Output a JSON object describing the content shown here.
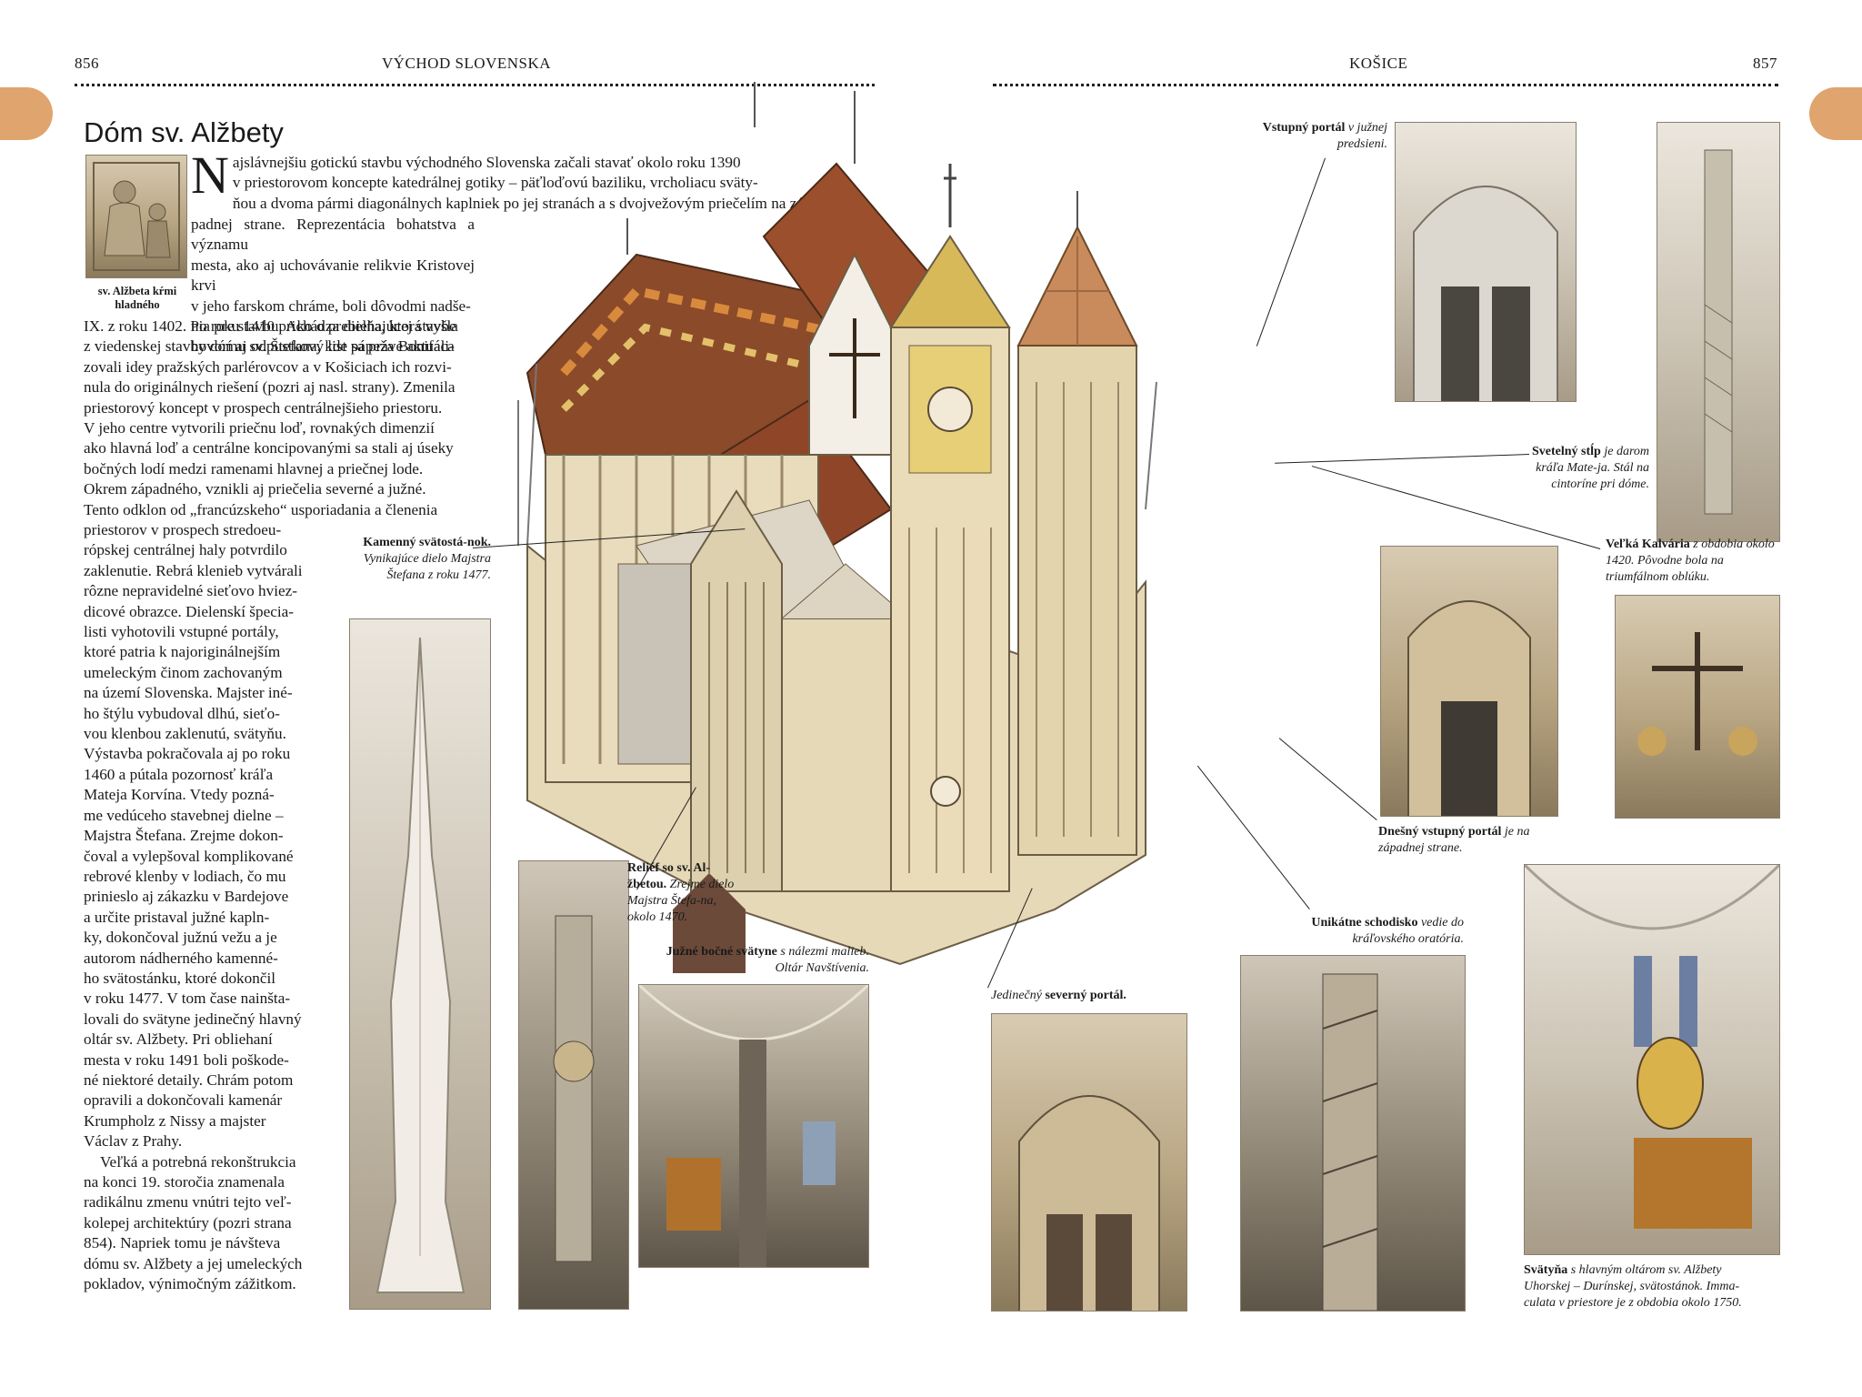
{
  "header": {
    "left_page_number": "856",
    "left_section": "VÝCHOD SLOVENSKA",
    "right_section": "KOŠICE",
    "right_page_number": "857"
  },
  "article": {
    "title": "Dóm sv. Alžbety",
    "thumbnail_caption": "sv. Alžbeta kŕmi hladného",
    "drop_cap": "N",
    "text_lines": [
      "ajslávnejšiu gotickú stavbu východného Slovenska začali stavať okolo roku 1390",
      "v priestorovom koncepte katedrálnej gotiky – päťloďovú baziliku, vrcholiacu sväty-",
      "ňou a dvoma pármi diagonálnych kaplniek po jej stranách a s dvojvežovým priečelím na zá-",
      "padnej strane. Reprezentácia bohatstva a významu",
      "mesta, ako aj uchovávanie relikvie Kristovej krvi",
      "v jeho farskom chráme, boli dôvodmi nadše-",
      "nia pre stavbu. Ako o prebiehajúcej stavbe",
      "hovorí aj odpustkový list pápeža Bonifáca",
      "IX. z roku 1402. Po roku 1410 prichádza dielňa, ktorá vyšla",
      "z viedenskej stavby dómu sv. Štefana, kde sa práve aktuali-",
      "zovali idey pražských parlérovcov a v Košiciach ich rozvi-",
      "nula do originálnych riešení (pozri aj nasl. strany). Zmenila",
      "priestorový koncept v prospech centrálnejšieho priestoru.",
      "V jeho centre vytvorili priečnu loď, rovnakých dimenzií",
      "ako hlavná loď a centrálne koncipovanými sa stali aj úseky",
      "bočných lodí medzi ramenami hlavnej a priečnej lode.",
      "Okrem západného, vznikli aj priečelia severné a južné.",
      "Tento odklon od „francúzskeho“ usporiadania a členenia",
      "priestorov v prospech stredoeu-",
      "rópskej centrálnej haly potvrdilo",
      "zaklenutie. Rebrá klenieb vytvárali",
      "rôzne nepravidelné sieťovo hviez-",
      "dicové obrazce. Dielenskí špecia-",
      "listi vyhotovili vstupné portály,",
      "ktoré patria k najoriginálnejším",
      "umeleckým činom zachovaným",
      "na území Slovenska. Majster iné-",
      "ho štýlu vybudoval dlhú, sieťo-",
      "vou klenbou zaklenutú, svätyňu.",
      "Výstavba pokračovala aj po roku",
      "1460 a pútala pozornosť kráľa",
      "Mateja Korvína. Vtedy pozná-",
      "me vedúceho stavebnej dielne –",
      "Majstra Štefana. Zrejme dokon-",
      "čoval a vylepšoval komplikované",
      "rebrové klenby v lodiach, čo mu",
      "prinieslo aj zákazku v Bardejove",
      "a určite pristaval južné kapln-",
      "ky, dokončoval južnú vežu a je",
      "autorom nádherného kamenné-",
      "ho svätostánku, ktoré dokončil",
      "v roku 1477. V tom čase nainšta-",
      "lovali do svätyne jedinečný hlavný",
      "oltár sv. Alžbety. Pri obliehaní",
      "mesta v roku 1491 boli poškode-",
      "né niektoré detaily. Chrám potom",
      "opravili a dokončovali kamenár",
      "Krumpholz z Nissy a majster",
      "Václav z Prahy.",
      "Veľká a potrebná rekonštrukcia",
      "na konci 19. storočia znamenala",
      "radikálnu zmenu vnútri tejto veľ-",
      "kolepej architektúry (pozri strana",
      "854). Napriek tomu je návšteva",
      "dómu sv. Alžbety a jej umeleckých",
      "pokladov, výnimočným zážitkom."
    ]
  },
  "captions": {
    "kamenny_bold": "Kamenný svätostá-nok.",
    "kamenny_italic": "Vynikajúce dielo Majstra Štefana z roku 1477.",
    "relief_bold": "Reliéf so sv. Al-žbetou.",
    "relief_italic": "Zrejme dielo Majstra Štefa-na, okolo 1470.",
    "juzne_bold": "Južné bočné svätyne",
    "juzne_italic": "s nálezmi malieb. Oltár Navštívenia.",
    "severny_italic": "Jedinečný",
    "severny_bold": "severný portál.",
    "schodisko_bold": "Unikátne schodisko",
    "schodisko_italic": "vedie do kráľovského oratória.",
    "vstupny_bold": "Vstupný portál",
    "vstupny_italic": "v južnej predsieni.",
    "stlp_bold": "Svetelný stĺp",
    "stlp_italic": "je darom kráľa Mate-ja. Stál na cintoríne pri dóme.",
    "kalvaria_bold": "Veľká Kalvária",
    "kalvaria_italic": "z obdobia okolo 1420. Pôvodne bola na triumfálnom oblúku.",
    "dnesny_bold": "Dnešný vstupný portál",
    "dnesny_italic": "je na západnej strane.",
    "svatyna_bold": "Svätyňa",
    "svatyna_italic": "s hlavným oltárom sv. Alžbety Uhorskej – Durínskej, svätostánok. Imma-culata v priestore je z obdobia okolo 1750."
  },
  "colors": {
    "tab_accent": "#e0a46e",
    "roof_brown": "#8b4a2a",
    "roof_orange": "#c9652e",
    "stone": "#d8c9a5",
    "copper_dome": "#c98b5c"
  }
}
